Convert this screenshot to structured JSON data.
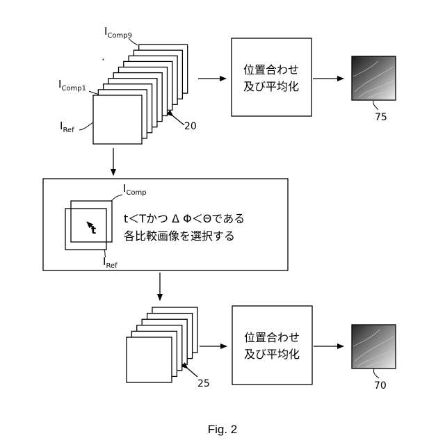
{
  "figure": {
    "caption": "Fig. 2",
    "top_stack": {
      "label_last": "I",
      "label_last_sub": "Comp9",
      "label_dots": "·",
      "label_first": "I",
      "label_first_sub": "Comp1",
      "label_ref": "I",
      "label_ref_sub": "Ref",
      "ref_number": "20"
    },
    "top_process": {
      "line1": "位置合わせ",
      "line2": "及び平均化"
    },
    "top_result": {
      "ref_number": "75"
    },
    "selection": {
      "label_comp": "I",
      "label_comp_sub": "Comp",
      "label_ref": "I",
      "label_ref_sub": "Ref",
      "vector_label": "t",
      "line1": "t＜Tかつ Δ Φ＜Θである",
      "line2": "各比較画像を選択する"
    },
    "bottom_stack": {
      "ref_number": "25"
    },
    "bottom_process": {
      "line1": "位置合わせ",
      "line2": "及び平均化"
    },
    "bottom_result": {
      "ref_number": "70"
    }
  }
}
